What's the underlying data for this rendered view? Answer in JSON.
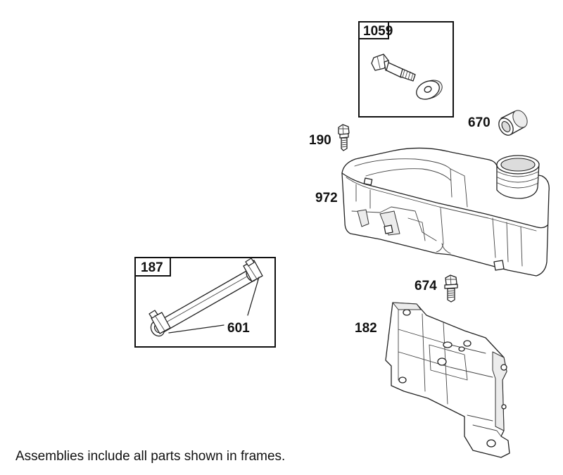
{
  "frames": {
    "frame_1059": "1059",
    "frame_187": "187"
  },
  "callouts": {
    "c670": "670",
    "c190": "190",
    "c972": "972",
    "c674": "674",
    "c182": "182",
    "c601": "601"
  },
  "footnote": "Assemblies include all parts shown in frames."
}
